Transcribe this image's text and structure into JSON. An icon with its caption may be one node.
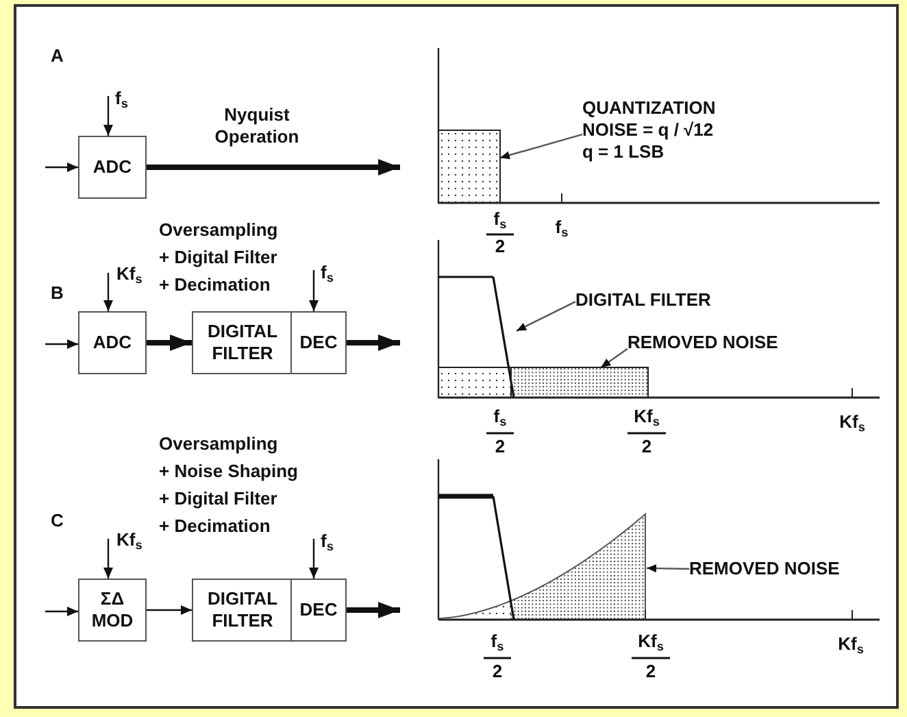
{
  "diagram": {
    "nodes": [
      {
        "text": [
          "ADC"
        ]
      },
      {
        "text": [],
        "shape": "picture"
      },
      {
        "text": [
          "QUANTIZATION NOISE = q / √12 q = 1 LSB"
        ],
        "in": 1
      },
      {
        "text": [],
        "shape": "box",
        "in": 1
      },
      {
        "text": [
          "ADC"
        ]
      },
      {
        "text": [
          "DIGITAL FILTER"
        ]
      },
      {
        "text": [
          "DEC"
        ]
      },
      {
        "text": [],
        "shape": "picture"
      },
      {
        "text": [
          "DIGITAL FILTER"
        ],
        "in": 7
      },
      {
        "text": [],
        "shape": "line",
        "in": 7
      },
      {
        "text": [
          "REMOVED NOISE"
        ],
        "in": 7
      },
      {
        "text": [],
        "shape": "box",
        "in": 7
      },
      {
        "text": [
          "ΣΔ MOD"
        ]
      },
      {
        "text": [
          "DIGITAL FILTER"
        ]
      },
      {
        "text": [
          "DEC"
        ]
      },
      {
        "text": [],
        "shape": "picture"
      },
      {
        "text": [
          "REMOVED NOISE"
        ],
        "in": 15
      },
      {
        "text": [],
        "shape": "area",
        "in": 15
      }
    ],
    "edges": [
      {
        "from": null,
        "to": 0,
        "arrow": "to"
      },
      {
        "from": null,
        "to": 0,
        "arrow": "to",
        "label": "f$_{s}$"
      },
      {
        "from": 0,
        "to": 1,
        "arrow": "to",
        "label": "Nyquist Operation",
        "style": "thick"
      },
      {
        "from": 2,
        "to": 3,
        "arrow": "to"
      },
      {
        "from": null,
        "to": 4,
        "arrow": "to"
      },
      {
        "from": null,
        "to": 4,
        "arrow": "to",
        "label": "Kf$_{s}$"
      },
      {
        "from": 4,
        "to": 5,
        "arrow": "to",
        "style": "thick"
      },
      {
        "from": null,
        "to": 6,
        "arrow": "to",
        "label": "f$_{s}$"
      },
      {
        "from": 6,
        "to": 7,
        "arrow": "to",
        "style": "thick"
      },
      {
        "from": 8,
        "to": 9,
        "arrow": "to"
      },
      {
        "from": 10,
        "to": 11,
        "arrow": "to"
      },
      {
        "from": null,
        "to": 12,
        "arrow": "to"
      },
      {
        "from": null,
        "to": 12,
        "arrow": "to",
        "label": "Kf$_{s}$"
      },
      {
        "from": 12,
        "to": 13,
        "arrow": "to"
      },
      {
        "from": null,
        "to": 14,
        "arrow": "to",
        "label": "f$_{s}$"
      },
      {
        "from": 14,
        "to": 15,
        "arrow": "to",
        "style": "thick"
      },
      {
        "from": 16,
        "to": 17,
        "arrow": "to"
      }
    ],
    "labels": [
      "A",
      "f$_{s}$",
      "2",
      "f$_{s}$",
      "Oversampling",
      "+ Digital Filter",
      "+ Decimation",
      "B",
      "f$_{s}$",
      "2",
      "Kf$_{s}$",
      "2",
      "Kf$_{s}$",
      "Oversampling",
      "+ Noise Shaping",
      "+ Digital Filter",
      "+ Decimation",
      "C",
      "f$_{s}$",
      "2",
      "Kf$_{s}$",
      "2",
      "Kf$_{s}$"
    ]
  }
}
